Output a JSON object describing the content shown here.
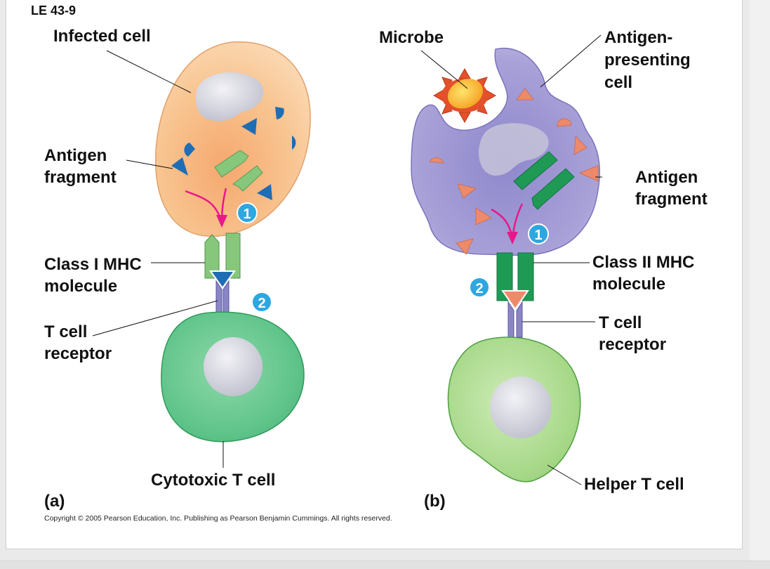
{
  "figure": {
    "id": "LE 43-9",
    "copyright": "Copyright © 2005 Pearson Education, Inc. Publishing as Pearson Benjamin Cummings. All rights reserved."
  },
  "panel_a": {
    "letter": "(a)",
    "infected_cell": "Infected cell",
    "antigen_fragment_line1": "Antigen",
    "antigen_fragment_line2": "fragment",
    "mhc_line1": "Class I MHC",
    "mhc_line2": "molecule",
    "tcr_line1": "T cell",
    "tcr_line2": "receptor",
    "t_cell": "Cytotoxic T cell",
    "step1": "1",
    "step2": "2"
  },
  "panel_b": {
    "letter": "(b)",
    "microbe": "Microbe",
    "apc_line1": "Antigen-",
    "apc_line2": "presenting",
    "apc_line3": "cell",
    "antigen_fragment_line1": "Antigen",
    "antigen_fragment_line2": "fragment",
    "mhc_line1": "Class II MHC",
    "mhc_line2": "molecule",
    "tcr_line1": "T cell",
    "tcr_line2": "receptor",
    "t_cell": "Helper T cell",
    "step1": "1",
    "step2": "2"
  },
  "colors": {
    "infected_cell": "#f7c48f",
    "apc": "#a9a2d8",
    "cytotoxic_t_cell": "#5fc48a",
    "helper_t_cell": "#a8d98a",
    "mhc_class1": "#7fc47a",
    "mhc_class2": "#1f9a55",
    "antigen_a": "#1f6db5",
    "antigen_b": "#ee8a6a",
    "tcr": "#8a86c6",
    "arrow": "#e8188a",
    "step_badge": "#2ea7e0"
  }
}
